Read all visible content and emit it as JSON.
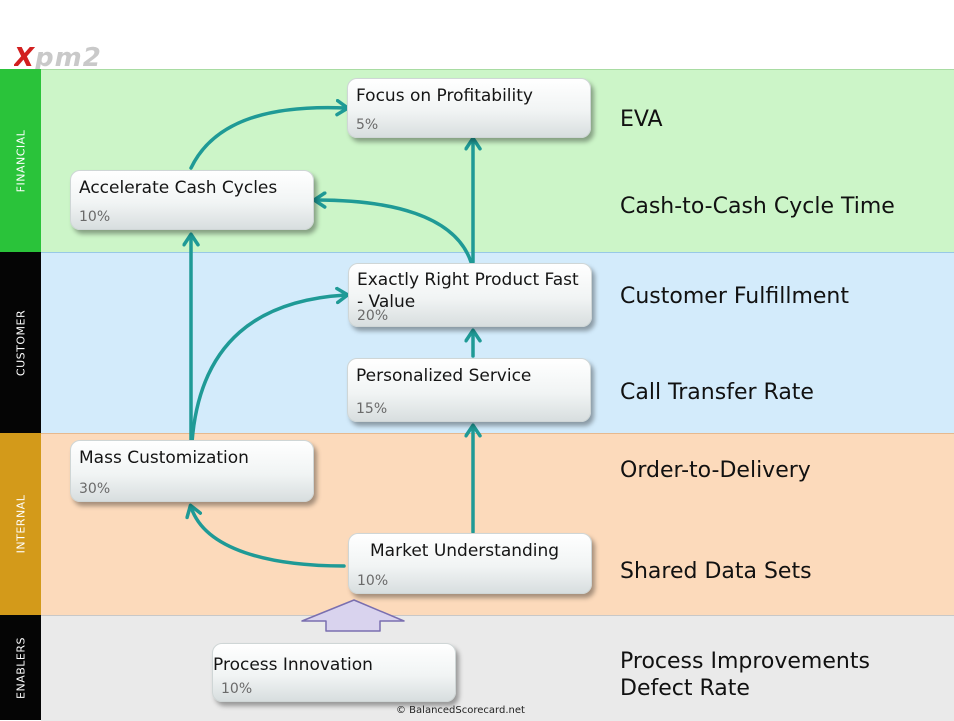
{
  "logo": {
    "mark": "X",
    "text": "pm2"
  },
  "perspectives": {
    "financial": "FINANCIAL",
    "customer": "CUSTOMER",
    "internal": "INTERNAL",
    "enablers": "ENABLERS"
  },
  "objectives": {
    "focus_profitability": {
      "title": "Focus on Profitability",
      "pct": "5%"
    },
    "accelerate_cash": {
      "title": "Accelerate Cash Cycles",
      "pct": "10%"
    },
    "exactly_right": {
      "title": "Exactly Right Product Fast - Value",
      "pct": "20%"
    },
    "personalized_service": {
      "title": "Personalized Service",
      "pct": "15%"
    },
    "mass_customization": {
      "title": "Mass Customization",
      "pct": "30%"
    },
    "market_understanding": {
      "title": "Market Understanding",
      "pct": "10%"
    },
    "process_innovation": {
      "title": "Process Innovation",
      "pct": "10%"
    }
  },
  "measures": {
    "eva": "EVA",
    "cash_to_cash": "Cash-to-Cash Cycle Time",
    "customer_fulfillment": "Customer Fulfillment",
    "call_transfer": "Call Transfer Rate",
    "order_to_delivery": "Order-to-Delivery",
    "shared_data": "Shared Data Sets",
    "process_improvements": "Process Improvements",
    "defect_rate": "Defect Rate"
  },
  "colors": {
    "arrow": "#1f9a96",
    "financial_band": "#ccf5c8",
    "customer_band": "#d3ebfb",
    "internal_band": "#fcdabb",
    "enablers_band": "#eaeaea",
    "financial_tab": "#2ac33a",
    "internal_tab": "#d39a1a"
  },
  "footer": "© BalancedScorecard.net"
}
